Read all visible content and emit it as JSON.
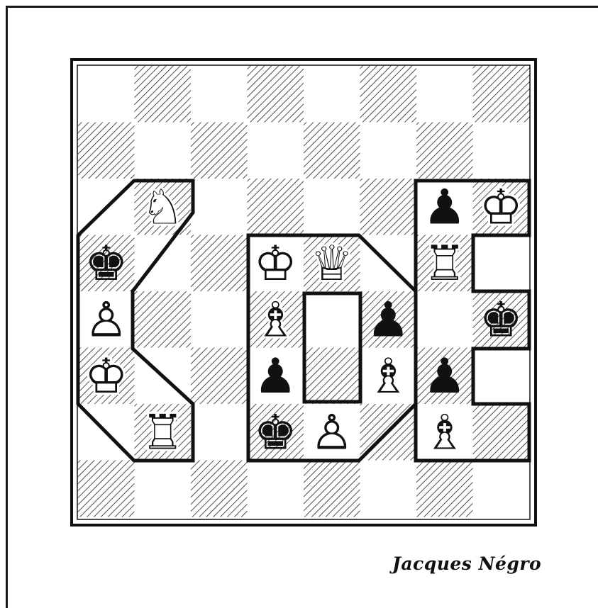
{
  "author": "Jacques Négro",
  "colors": {
    "ink": "#111111",
    "light_square": "#ffffff",
    "hatch": "#222222"
  },
  "board": {
    "files": [
      "a",
      "b",
      "c",
      "d",
      "e",
      "f",
      "g",
      "h"
    ],
    "ranks": [
      8,
      7,
      6,
      5,
      4,
      3,
      2,
      1
    ],
    "pieces": [
      {
        "square": "b6",
        "type": "knight",
        "color": "white",
        "name": "white-knight-icon"
      },
      {
        "square": "a5",
        "type": "king",
        "color": "black",
        "name": "black-king-icon",
        "crossed": true
      },
      {
        "square": "a4",
        "type": "pawn",
        "color": "white",
        "name": "white-pawn-icon"
      },
      {
        "square": "a3",
        "type": "king",
        "color": "white",
        "name": "white-king-icon",
        "crossed": true
      },
      {
        "square": "b2",
        "type": "rook",
        "color": "white",
        "name": "white-rook-icon"
      },
      {
        "square": "d5",
        "type": "king",
        "color": "white",
        "name": "white-king-icon",
        "crossed": true
      },
      {
        "square": "e5",
        "type": "queen",
        "color": "white",
        "name": "white-queen-icon"
      },
      {
        "square": "d4",
        "type": "bishop",
        "color": "white",
        "name": "white-bishop-icon"
      },
      {
        "square": "f4",
        "type": "pawn",
        "color": "black",
        "name": "black-pawn-icon"
      },
      {
        "square": "d3",
        "type": "pawn",
        "color": "black",
        "name": "black-pawn-icon"
      },
      {
        "square": "f3",
        "type": "bishop",
        "color": "white",
        "name": "white-bishop-icon"
      },
      {
        "square": "d2",
        "type": "king",
        "color": "black",
        "name": "black-king-icon",
        "crossed": true
      },
      {
        "square": "e2",
        "type": "pawn",
        "color": "white",
        "name": "white-pawn-icon"
      },
      {
        "square": "g6",
        "type": "pawn",
        "color": "black",
        "name": "black-pawn-icon"
      },
      {
        "square": "h6",
        "type": "king",
        "color": "white",
        "name": "white-king-icon",
        "crossed": true
      },
      {
        "square": "g5",
        "type": "rook",
        "color": "white",
        "name": "white-rook-icon"
      },
      {
        "square": "h4",
        "type": "king",
        "color": "black",
        "name": "black-king-icon",
        "crossed": true
      },
      {
        "square": "g3",
        "type": "pawn",
        "color": "black",
        "name": "black-pawn-icon"
      },
      {
        "square": "g2",
        "type": "bishop",
        "color": "white",
        "name": "white-bishop-icon"
      }
    ],
    "blanked_squares": [
      "e4",
      "e3",
      "h5",
      "h3"
    ],
    "letter_outlines": [
      "C",
      "O",
      "E"
    ]
  }
}
